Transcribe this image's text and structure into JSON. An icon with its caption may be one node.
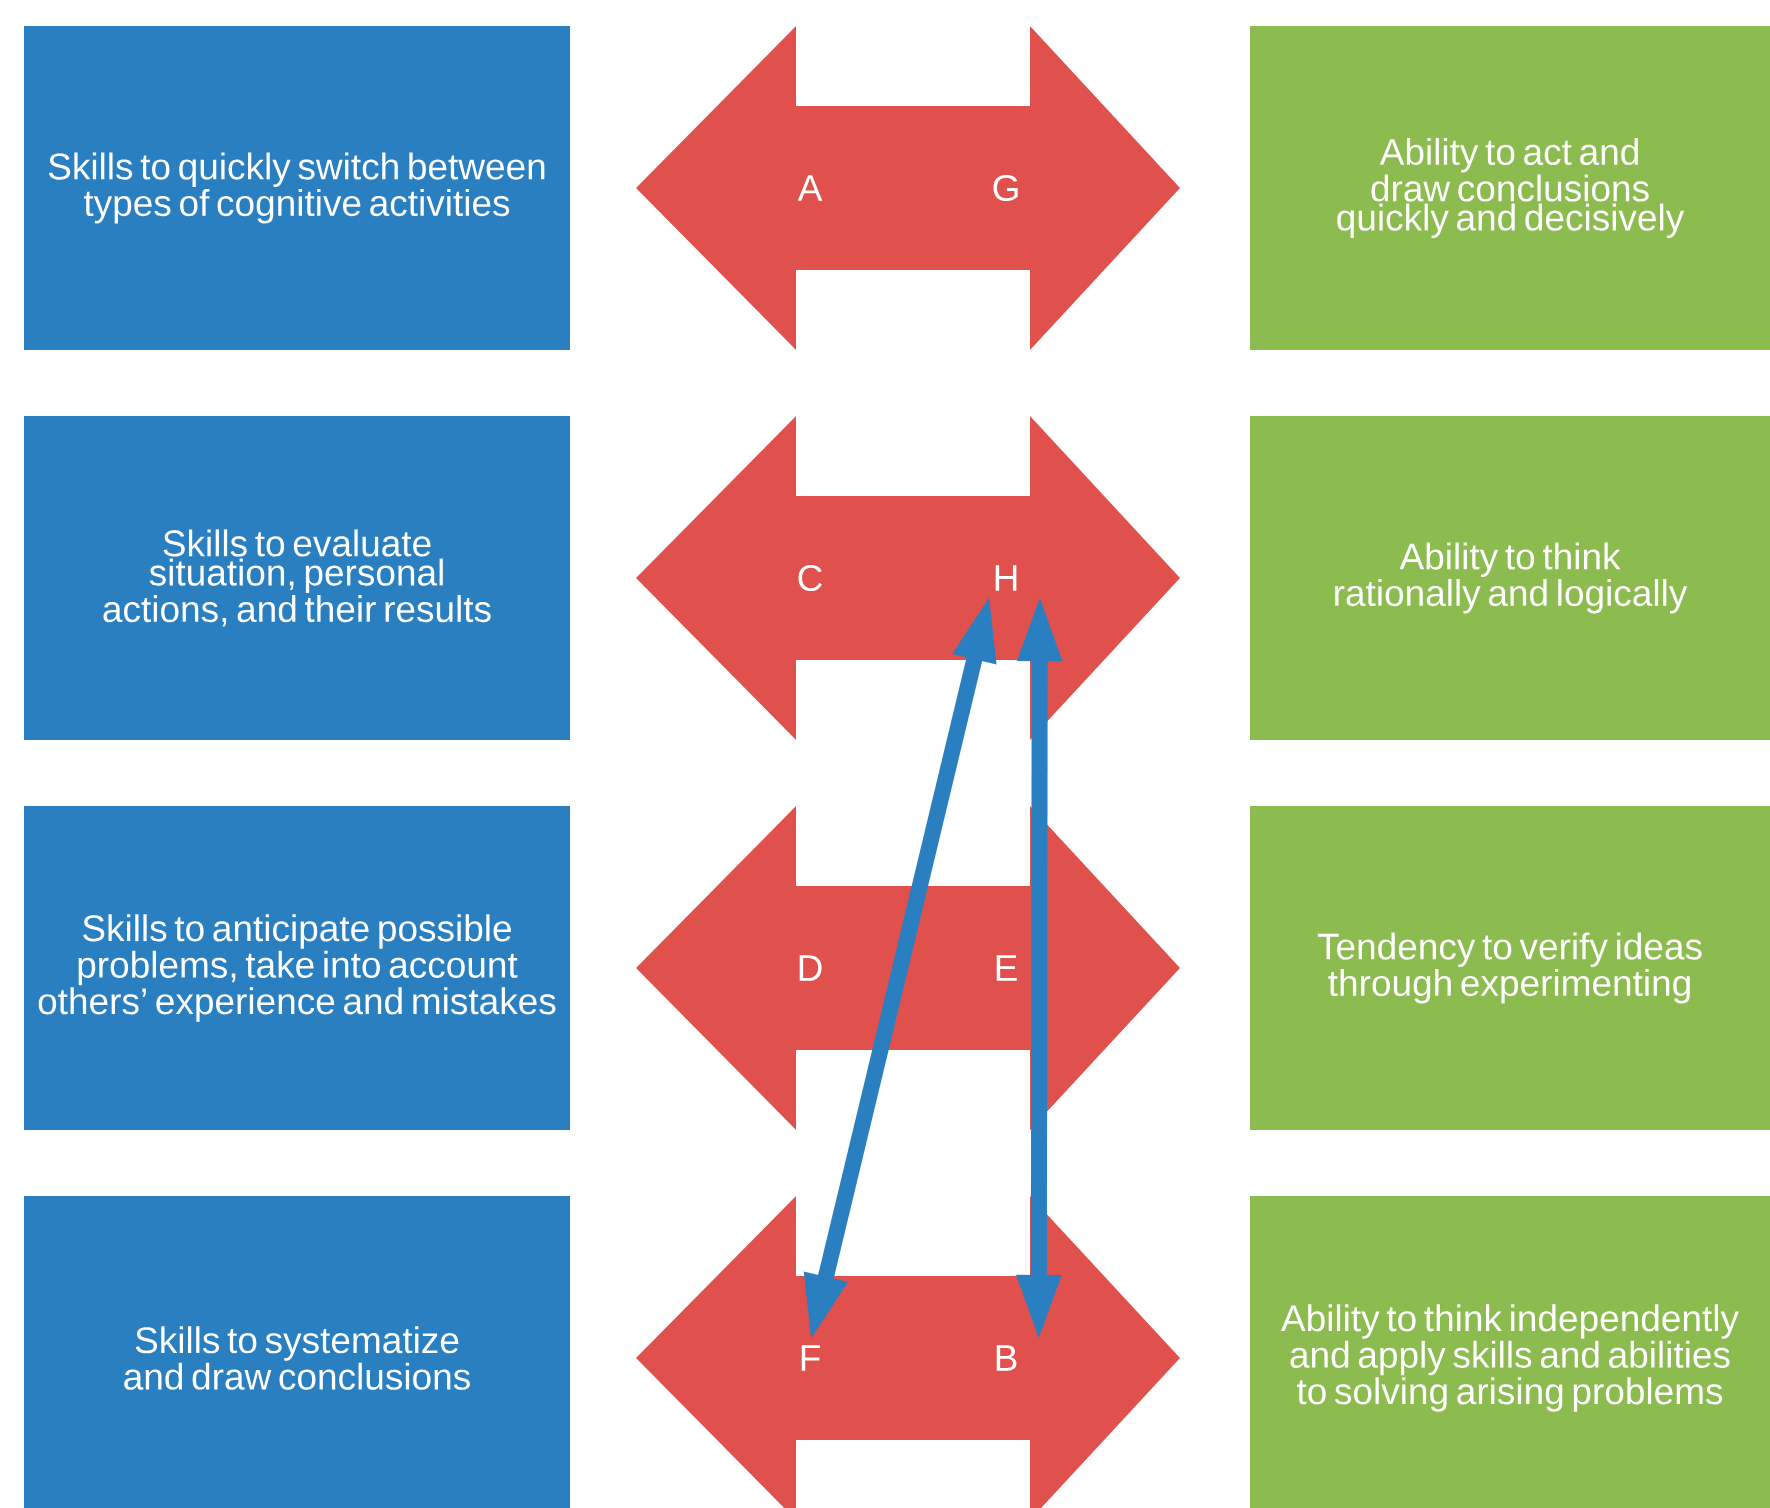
{
  "diagram": {
    "nodes": [
      {
        "text": [
          "Skills to quickly switch between types of cognitive activities"
        ]
      },
      {
        "text": [],
        "shape": "double-arrow"
      },
      {
        "text": [
          "A"
        ],
        "in": 1
      },
      {
        "text": [
          "G"
        ],
        "in": 1
      },
      {
        "text": [
          "Ability to act and draw conclusions quickly and decisively"
        ]
      },
      {
        "text": [
          "Skills to evaluate situation, personal actions, and their results"
        ]
      },
      {
        "text": [],
        "shape": "double-arrow"
      },
      {
        "text": [
          "C"
        ],
        "in": 6
      },
      {
        "text": [
          "H"
        ],
        "in": 6
      },
      {
        "text": [
          "Ability to think rationally and logically"
        ]
      },
      {
        "text": [
          "Skills to anticipate possible problems, take into account others’ experience and mistakes"
        ]
      },
      {
        "text": [],
        "shape": "double-arrow"
      },
      {
        "text": [
          "D"
        ],
        "in": 11
      },
      {
        "text": [
          "E"
        ],
        "in": 11
      },
      {
        "text": [
          "Tendency to verify ideas through experimenting"
        ]
      },
      {
        "text": [
          "Skills to systematize and draw conclusions"
        ]
      },
      {
        "text": [],
        "shape": "double-arrow"
      },
      {
        "text": [
          "F"
        ],
        "in": 16
      },
      {
        "text": [
          "B"
        ],
        "in": 16
      },
      {
        "text": [
          "Ability to think independently and apply skills and abilities to solving arising problems"
        ]
      }
    ],
    "edges": [
      {
        "from": 8,
        "to": 17,
        "arrow": "both"
      },
      {
        "from": 8,
        "to": 18,
        "arrow": "both"
      }
    ]
  }
}
